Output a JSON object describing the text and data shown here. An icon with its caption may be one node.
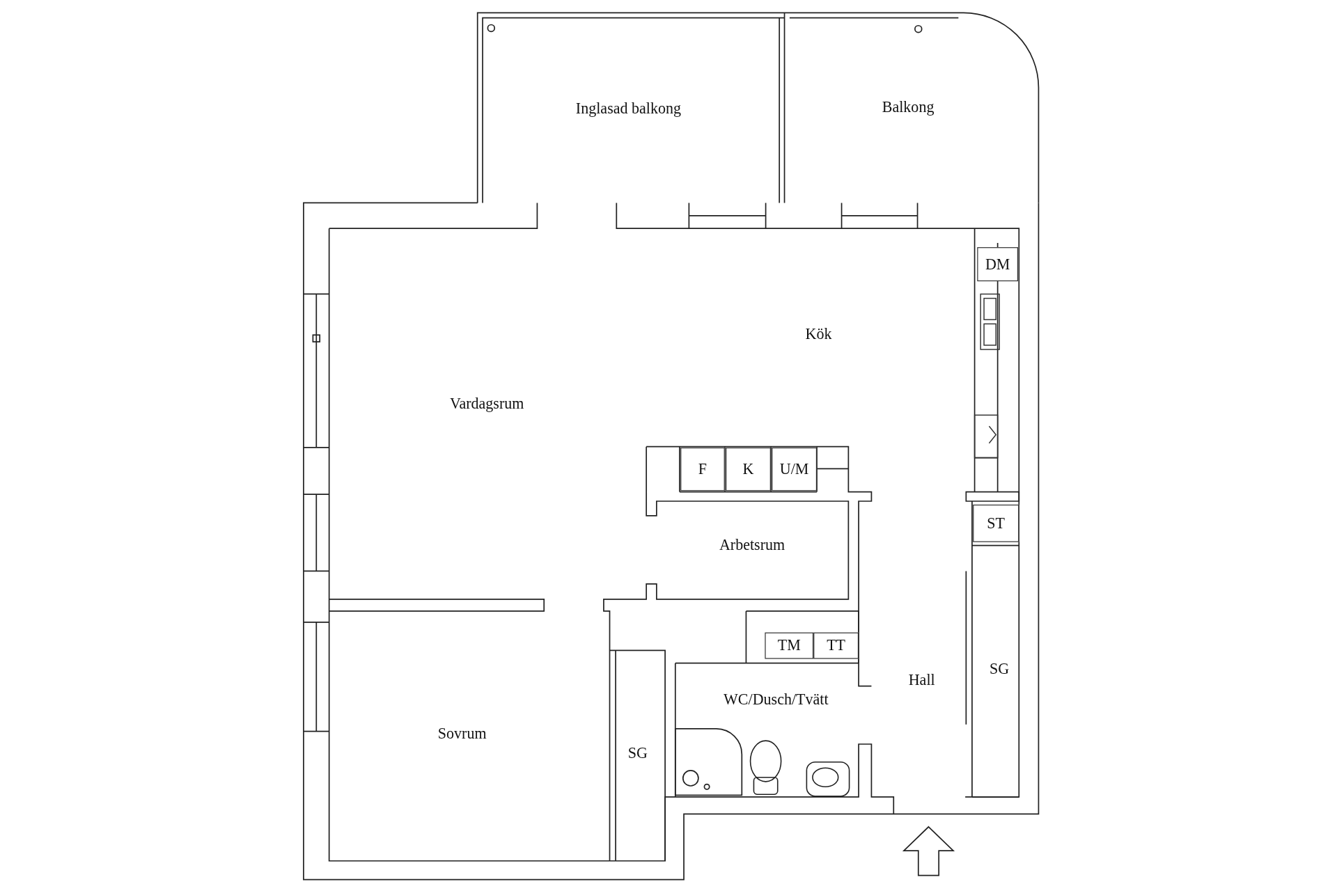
{
  "diagram": {
    "nodes": [
      {
        "text": [
          "Inglasad balkong"
        ]
      },
      {
        "text": [
          "Balkong"
        ]
      },
      {
        "text": [
          "DM"
        ]
      },
      {
        "text": [
          "Kök"
        ]
      },
      {
        "text": [
          "Vardagsrum"
        ]
      },
      {
        "text": [
          "F"
        ]
      },
      {
        "text": [
          "K"
        ]
      },
      {
        "text": [
          "U/M"
        ]
      },
      {
        "text": [
          "ST"
        ]
      },
      {
        "text": [
          "Arbetsrum"
        ]
      },
      {
        "text": [
          "TM"
        ]
      },
      {
        "text": [
          "TT"
        ]
      },
      {
        "text": [
          "Hall"
        ]
      },
      {
        "text": [
          "SG"
        ]
      },
      {
        "text": [
          "WC/Dusch/Tvätt"
        ]
      },
      {
        "text": [
          "Sovrum"
        ]
      },
      {
        "text": [
          "SG"
        ]
      }
    ]
  }
}
